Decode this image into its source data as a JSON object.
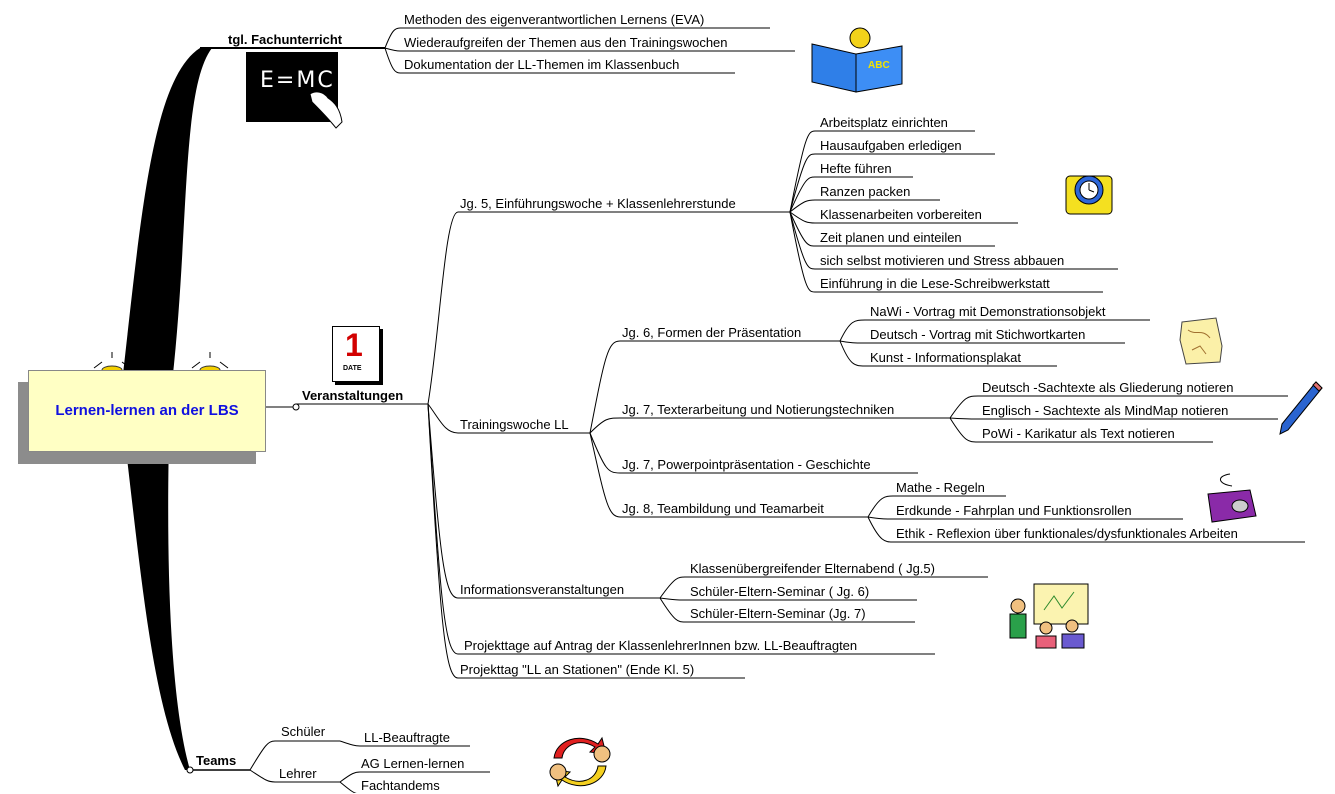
{
  "central": {
    "title": "Lernen-lernen an der LBS"
  },
  "branches": {
    "fachunterricht": {
      "label": "tgl. Fachunterricht",
      "board_text": "E=MC",
      "items": [
        "Methoden des eigenverantwortlichen Lernens (EVA)",
        "Wiederaufgreifen der Themen aus den Trainingswochen",
        "Dokumentation der LL-Themen im Klassenbuch"
      ],
      "book_text": "ABC"
    },
    "veranstaltungen": {
      "label": "Veranstaltungen",
      "calendar_text": "1",
      "calendar_subtext": "DATE",
      "jg5": {
        "label": "Jg. 5, Einführungswoche + Klassenlehrerstunde",
        "items": [
          "Arbeitsplatz einrichten",
          "Hausaufgaben erledigen",
          "Hefte  führen",
          "Ranzen  packen",
          "Klassenarbeiten vorbereiten",
          "Zeit planen und einteilen",
          "sich selbst motivieren und Stress abbauen",
          "Einführung in die Lese-Schreibwerkstatt"
        ]
      },
      "training": {
        "label": "Trainingswoche LL",
        "jg6": {
          "label": "Jg. 6, Formen der Präsentation",
          "items": [
            "NaWi - Vortrag mit Demonstrationsobjekt",
            "Deutsch - Vortrag mit Stichwortkarten",
            "Kunst - Informationsplakat"
          ]
        },
        "jg7a": {
          "label": "Jg. 7, Texterarbeitung und Notierungstechniken",
          "items": [
            "Deutsch -Sachtexte als Gliederung notieren",
            "Englisch - Sachtexte als MindMap notieren",
            "PoWi - Karikatur als Text notieren"
          ]
        },
        "jg7b": {
          "label": "Jg. 7, Powerpointpräsentation - Geschichte"
        },
        "jg8": {
          "label": "Jg. 8, Teambildung und Teamarbeit",
          "items": [
            "Mathe - Regeln",
            "Erdkunde - Fahrplan und Funktionsrollen",
            "Ethik - Reflexion über funktionales/dysfunktionales Arbeiten"
          ]
        }
      },
      "info": {
        "label": "Informationsveranstaltungen",
        "items": [
          "Klassenübergreifender Elternabend ( Jg.5)",
          "Schüler-Eltern-Seminar ( Jg. 6)",
          "Schüler-Eltern-Seminar (Jg. 7)"
        ]
      },
      "projekttage": "Projekttage auf Antrag der KlassenlehrerInnen bzw. LL-Beauftragten",
      "projekttag": "Projekttag \"LL an Stationen\" (Ende Kl. 5)"
    },
    "teams": {
      "label": "Teams",
      "schueler": {
        "label": "Schüler",
        "items": [
          "LL-Beauftragte"
        ]
      },
      "lehrer": {
        "label": "Lehrer",
        "items": [
          "AG Lernen-lernen",
          "Fachtandems"
        ]
      }
    }
  },
  "colors": {
    "central_fill": "#ffffc4",
    "central_text": "#1010e0",
    "shadow": "#8c8c8c",
    "branch": "#000000"
  }
}
